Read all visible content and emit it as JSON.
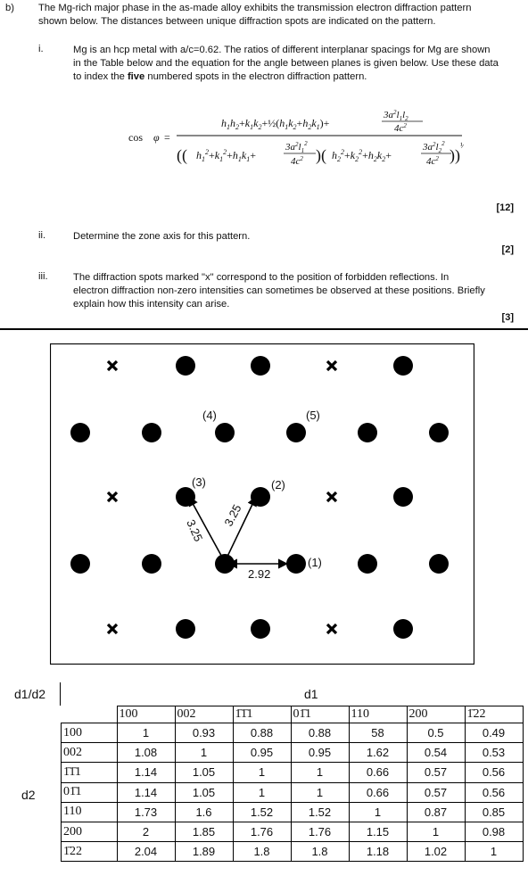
{
  "question": {
    "part_label": "b)",
    "intro_line1": "The Mg-rich major phase in the as-made alloy exhibits the transmission electron diffraction pattern",
    "intro_line2": "shown below. The distances between unique diffraction spots are indicated on the pattern.",
    "items": [
      {
        "label": "i.",
        "lines": [
          "Mg is an hcp metal with a/c=0.62. The ratios of different interplanar spacings for Mg are shown",
          "in the Table below and the equation for the angle between planes is given below.  Use these data"
        ],
        "line3_pre": "to index the ",
        "line3_bold": "five",
        "line3_post": " numbered spots in the electron diffraction pattern.",
        "marks": "[12]"
      },
      {
        "label": "ii.",
        "lines": [
          "Determine the zone axis for this pattern."
        ],
        "marks": "[2]"
      },
      {
        "label": "iii.",
        "lines": [
          "The diffraction spots marked \"x\" correspond to the position of forbidden reflections. In",
          "electron diffraction non-zero intensities can sometimes be observed at these positions.  Briefly",
          "explain how this intensity can arise."
        ],
        "marks": "[3]"
      }
    ]
  },
  "pattern": {
    "spot_labels": [
      "(1)",
      "(2)",
      "(3)",
      "(4)",
      "(5)"
    ],
    "distances": [
      "2.92",
      "3.25",
      "3.25"
    ]
  },
  "table": {
    "corner_label": "d1/d2",
    "col_axis_label": "d1",
    "row_axis_label": "d2",
    "columns": [
      "100",
      "002",
      "1̄1̄1",
      "01̄1",
      "110",
      "200",
      "1̄22"
    ],
    "rows": [
      {
        "label": "100",
        "values": [
          "1",
          "0.93",
          "0.88",
          "0.88",
          "58",
          "0.5",
          "0.49"
        ]
      },
      {
        "label": "002",
        "values": [
          "1.08",
          "1",
          "0.95",
          "0.95",
          "1.62",
          "0.54",
          "0.53"
        ]
      },
      {
        "label": "1̄1̄1",
        "values": [
          "1.14",
          "1.05",
          "1",
          "1",
          "0.66",
          "0.57",
          "0.56"
        ]
      },
      {
        "label": "01̄1",
        "values": [
          "1.14",
          "1.05",
          "1",
          "1",
          "0.66",
          "0.57",
          "0.56"
        ]
      },
      {
        "label": "110",
        "values": [
          "1.73",
          "1.6",
          "1.52",
          "1.52",
          "1",
          "0.87",
          "0.85"
        ]
      },
      {
        "label": "200",
        "values": [
          "2",
          "1.85",
          "1.76",
          "1.76",
          "1.15",
          "1",
          "0.98"
        ]
      },
      {
        "label": "1̄22",
        "values": [
          "2.04",
          "1.89",
          "1.8",
          "1.8",
          "1.18",
          "1.02",
          "1"
        ]
      }
    ]
  }
}
